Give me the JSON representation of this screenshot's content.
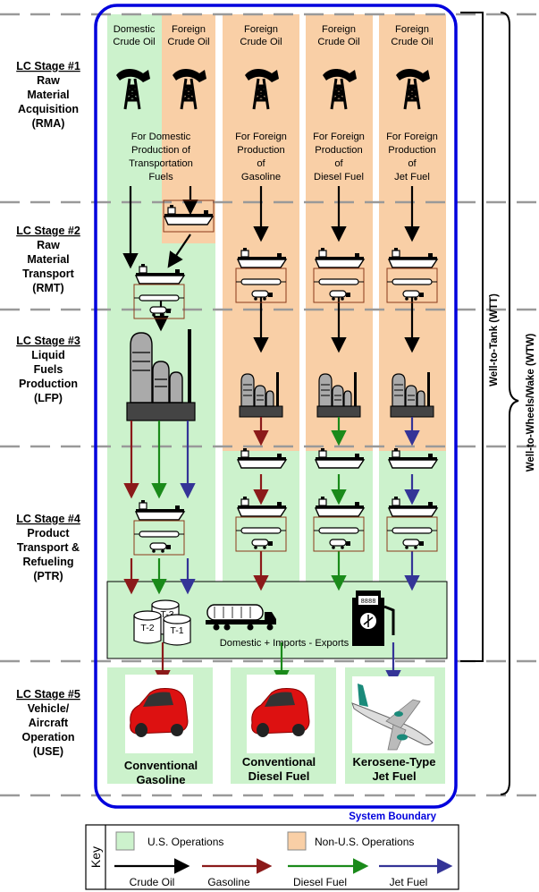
{
  "colors": {
    "us": "#ccf2cc",
    "non_us": "#f9cfa6",
    "crude": "#000000",
    "gasoline": "#8b1a1a",
    "diesel": "#1a8a1a",
    "jet": "#343497",
    "boundary": "#0000dd",
    "dashes": "#999999"
  },
  "stages": [
    {
      "title": "LC Stage #1",
      "lines": [
        "Raw",
        "Material",
        "Acquisition",
        "(RMA)"
      ]
    },
    {
      "title": "LC Stage #2",
      "lines": [
        "Raw",
        "Material",
        "Transport",
        "(RMT)"
      ]
    },
    {
      "title": "LC Stage #3",
      "lines": [
        "Liquid",
        "Fuels",
        "Production",
        "(LFP)"
      ]
    },
    {
      "title": "LC Stage #4",
      "lines": [
        "Product",
        "Transport &",
        "Refueling",
        "(PTR)"
      ]
    },
    {
      "title": "LC Stage #5",
      "lines": [
        "Vehicle/",
        "Aircraft",
        "Operation",
        "(USE)"
      ]
    }
  ],
  "sources": [
    {
      "lines": [
        "Domestic",
        "Crude Oil"
      ]
    },
    {
      "lines": [
        "Foreign",
        "Crude Oil"
      ]
    },
    {
      "lines": [
        "Foreign",
        "Crude Oil"
      ]
    },
    {
      "lines": [
        "Foreign",
        "Crude Oil"
      ]
    },
    {
      "lines": [
        "Foreign",
        "Crude Oil"
      ]
    }
  ],
  "production_notes": [
    {
      "lines": [
        "For Domestic",
        "Production of",
        "Transportation",
        "Fuels"
      ]
    },
    {
      "lines": [
        "For Foreign",
        "Production",
        "of",
        "Gasoline"
      ]
    },
    {
      "lines": [
        "For Foreign",
        "Production",
        "of",
        "Diesel Fuel"
      ]
    },
    {
      "lines": [
        "For Foreign",
        "Production",
        "of",
        "Jet Fuel"
      ]
    }
  ],
  "storage_tanks": [
    "T-3",
    "T-2",
    "T-1"
  ],
  "distribution_label": "Domestic + Imports - Exports",
  "end_uses": [
    {
      "lines": [
        "Conventional",
        "Gasoline"
      ],
      "icon": "red-car-icon"
    },
    {
      "lines": [
        "Conventional",
        "Diesel Fuel"
      ],
      "icon": "red-car-icon"
    },
    {
      "lines": [
        "Kerosene-Type",
        "Jet Fuel"
      ],
      "icon": "airplane-icon"
    }
  ],
  "boundary_label": "System Boundary",
  "well_to_tank": "Well-to-Tank (WTT)",
  "well_to_wake": "Well-to-Wheels/Wake (WTW)",
  "key": {
    "title": "Key",
    "us_operations": "U.S. Operations",
    "non_us_operations": "Non-U.S. Operations",
    "arrows": [
      "Crude Oil",
      "Gasoline",
      "Diesel Fuel",
      "Jet Fuel"
    ]
  }
}
